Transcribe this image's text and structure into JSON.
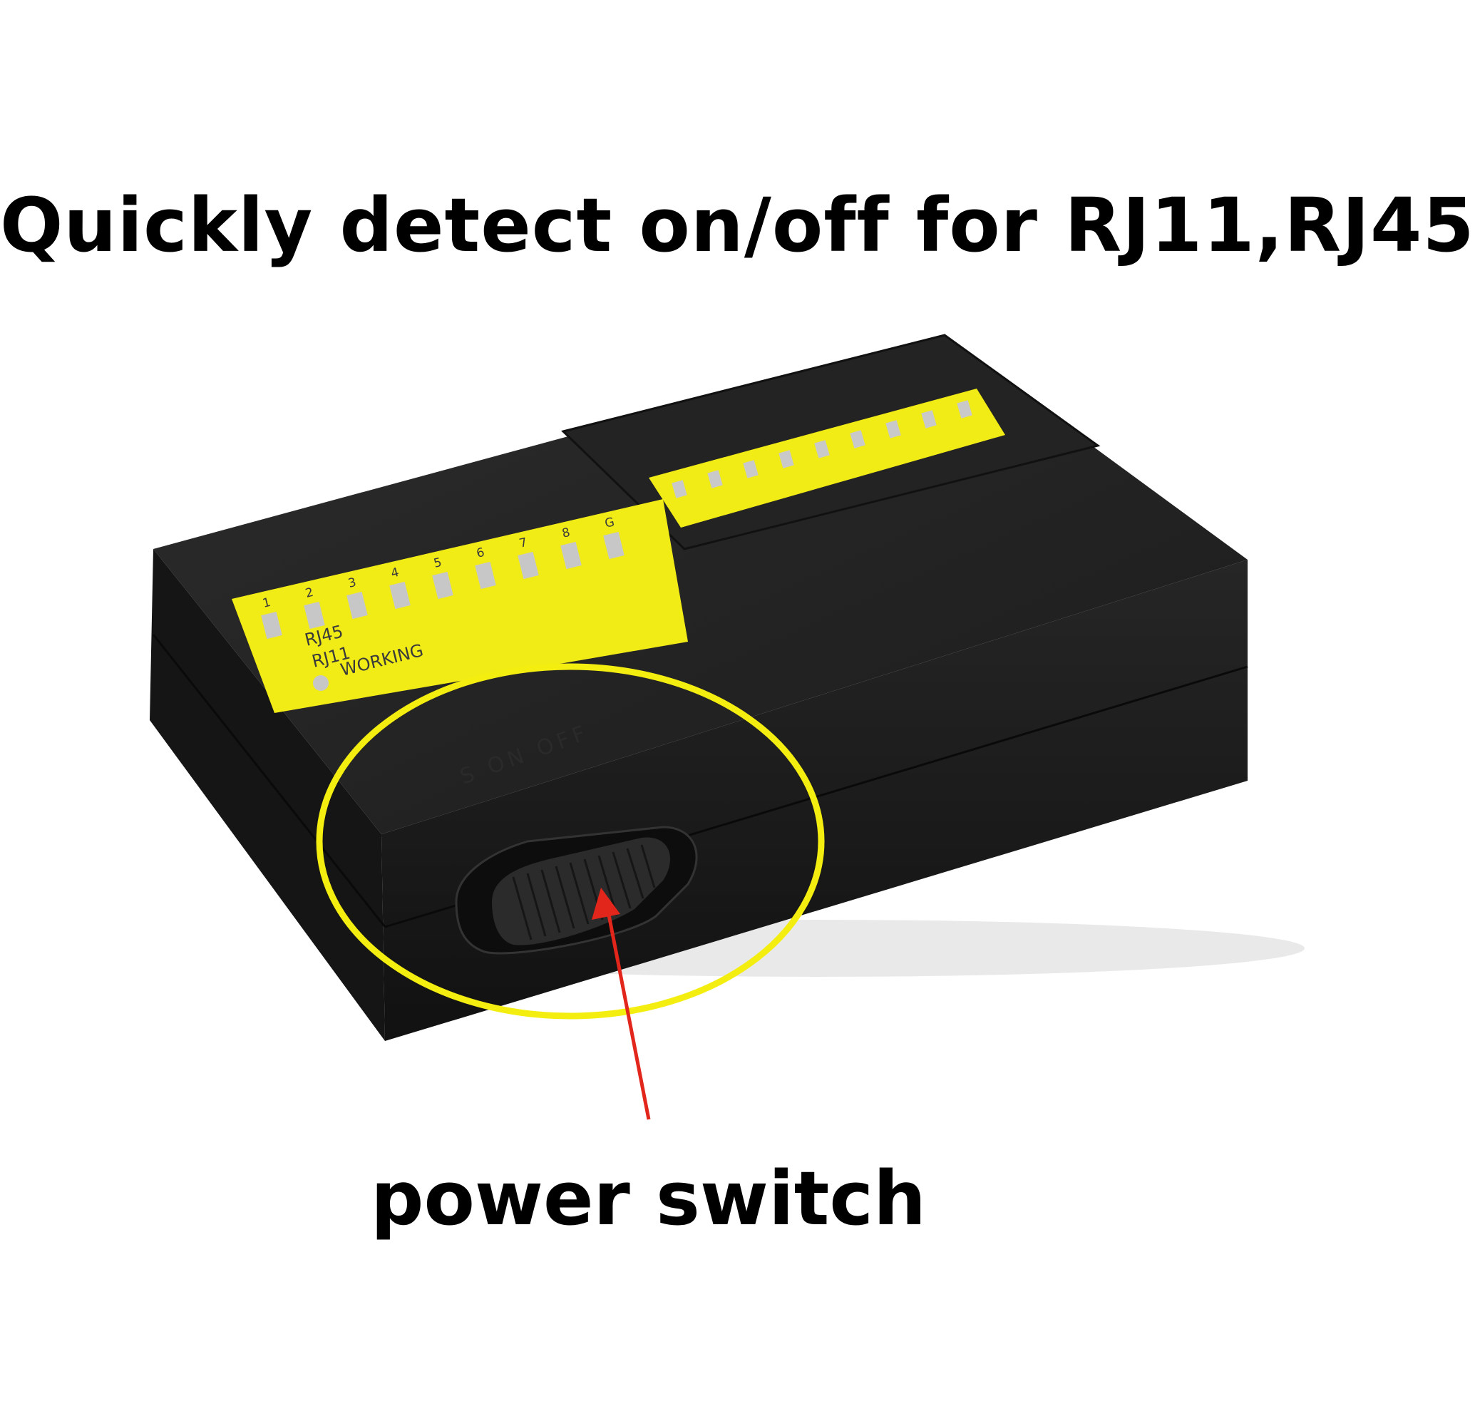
{
  "headline": "Quickly detect on/off for RJ11,RJ45",
  "caption": "power switch",
  "device": {
    "main_panel": {
      "pin_numbers": [
        "1",
        "2",
        "3",
        "4",
        "5",
        "6",
        "7",
        "8",
        "G"
      ],
      "label_rj45": "RJ45",
      "label_rj11": "RJ11",
      "label_working": "WORKING"
    },
    "switch_positions": "S  ON  OFF"
  },
  "colors": {
    "device_body": "#1c1c1c",
    "label_panel": "#f2ec16",
    "highlight_ring": "#f4ee10",
    "arrow": "#e2261b"
  }
}
